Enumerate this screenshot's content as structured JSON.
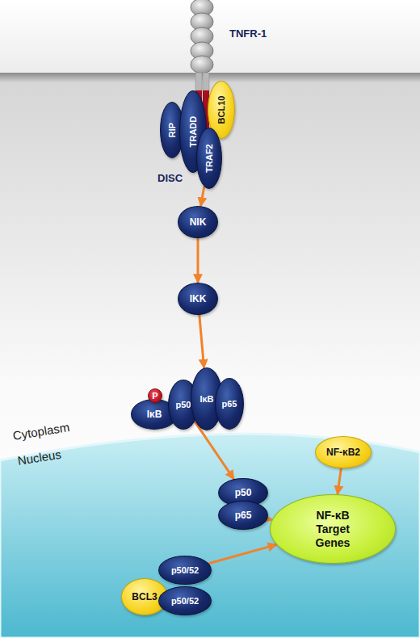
{
  "diagram": {
    "nodes": [
      {
        "text": [
          "RIP"
        ]
      },
      {
        "text": [
          "TRADD"
        ]
      },
      {
        "text": [
          "BCL10"
        ]
      },
      {
        "text": [
          "TRAF2"
        ]
      },
      {
        "text": [
          "NIK"
        ]
      },
      {
        "text": [
          "IKK"
        ]
      },
      {
        "text": [
          "IκB"
        ]
      },
      {
        "text": [
          "P"
        ],
        "in": 6
      },
      {
        "text": [
          "p50"
        ]
      },
      {
        "text": [
          "IκB"
        ]
      },
      {
        "text": [
          "p65"
        ]
      },
      {
        "text": [
          "p50"
        ]
      },
      {
        "text": [
          "p65"
        ]
      },
      {
        "text": [
          "NF-κB2"
        ]
      },
      {
        "text": [
          "NF-κB Target Genes"
        ]
      },
      {
        "text": [
          "p50/52"
        ]
      },
      {
        "text": [
          "BCL3"
        ]
      },
      {
        "text": [
          "p50/52"
        ]
      }
    ],
    "edges": [
      {
        "from": 3,
        "to": 4,
        "arrow": "to"
      },
      {
        "from": 4,
        "to": 5,
        "arrow": "to"
      },
      {
        "from": 5,
        "to": 9,
        "arrow": "to"
      },
      {
        "from": 9,
        "to": 6,
        "arrow": "to"
      },
      {
        "from": 8,
        "to": 11,
        "arrow": "to"
      },
      {
        "from": 12,
        "to": 14,
        "arrow": "to"
      },
      {
        "from": 13,
        "to": 14,
        "arrow": "to"
      },
      {
        "from": 15,
        "to": 14,
        "arrow": "to"
      }
    ],
    "labels": [
      "TNFR-1",
      "DISC",
      "Cytoplasm",
      "Nucleus"
    ]
  }
}
